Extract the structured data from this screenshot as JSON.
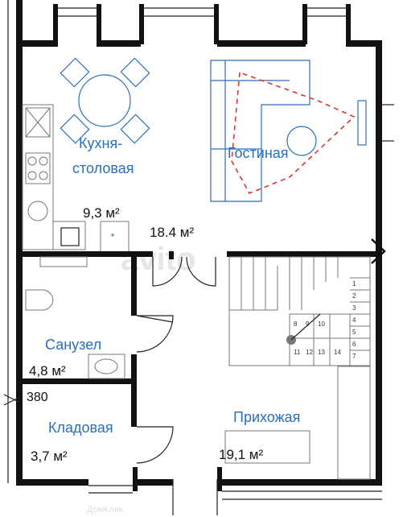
{
  "rooms": {
    "kitchen": {
      "label_line1": "Кухня-",
      "label_line2": "столовая",
      "area": "9,3 м²"
    },
    "living": {
      "label": "Гостиная",
      "area": "18.4 м²"
    },
    "bathroom": {
      "label": "Санузел",
      "area": "4,8 м²"
    },
    "storage": {
      "label": "Кладовая",
      "area": "3,7 м²"
    },
    "hallway": {
      "label": "Прихожая",
      "area": "19,1 м²"
    }
  },
  "dimension": "380",
  "stair_steps": [
    "1",
    "2",
    "3",
    "4",
    "5",
    "6",
    "7",
    "8",
    "9",
    "10",
    "11",
    "12",
    "13",
    "14"
  ],
  "watermark": "ДомКлик",
  "watermark_logo": "avito",
  "colors": {
    "furniture": "#2a6fb8",
    "wall": "#111111",
    "label": "#2a6fb8"
  }
}
